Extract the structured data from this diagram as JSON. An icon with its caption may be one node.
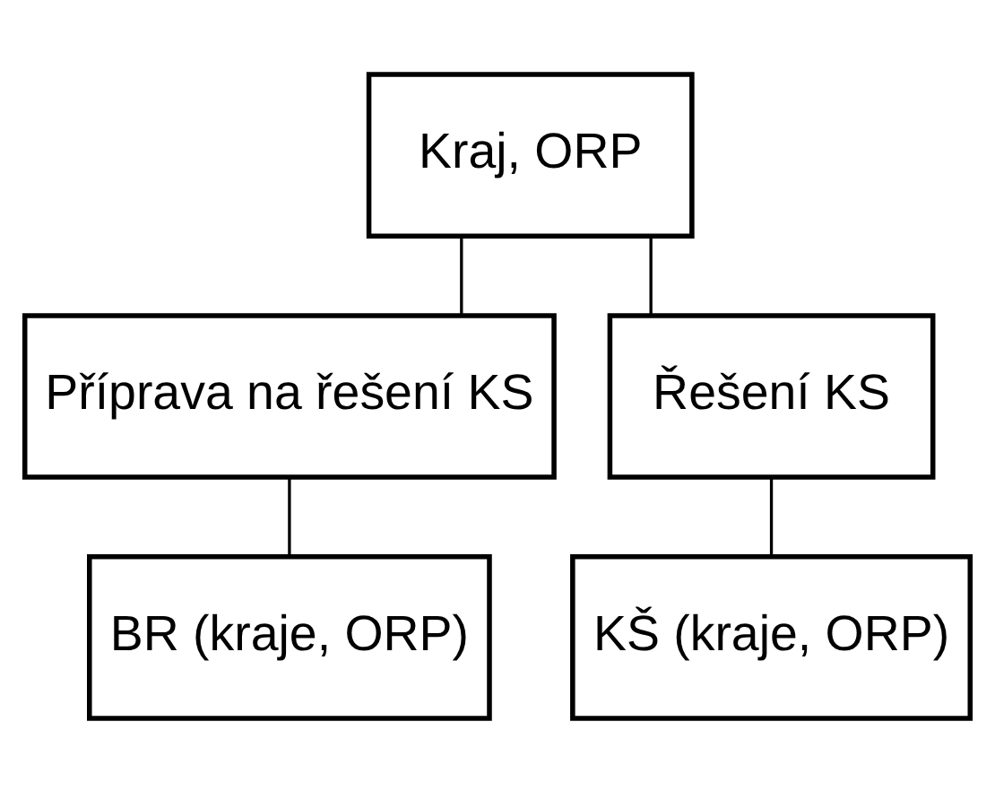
{
  "diagram": {
    "nodes": [
      {
        "text": [
          "Kraj, ORP"
        ]
      },
      {
        "text": [
          "Příprava na řešení KS"
        ]
      },
      {
        "text": [
          "Řešení KS"
        ]
      },
      {
        "text": [
          "BR (kraje, ORP)"
        ]
      },
      {
        "text": [
          "KŠ (kraje, ORP)"
        ]
      }
    ],
    "edges": [
      {
        "from": 0,
        "to": 1,
        "arrow": "none"
      },
      {
        "from": 0,
        "to": 2,
        "arrow": "none"
      },
      {
        "from": 1,
        "to": 3,
        "arrow": "none"
      },
      {
        "from": 2,
        "to": 4,
        "arrow": "none"
      }
    ]
  }
}
